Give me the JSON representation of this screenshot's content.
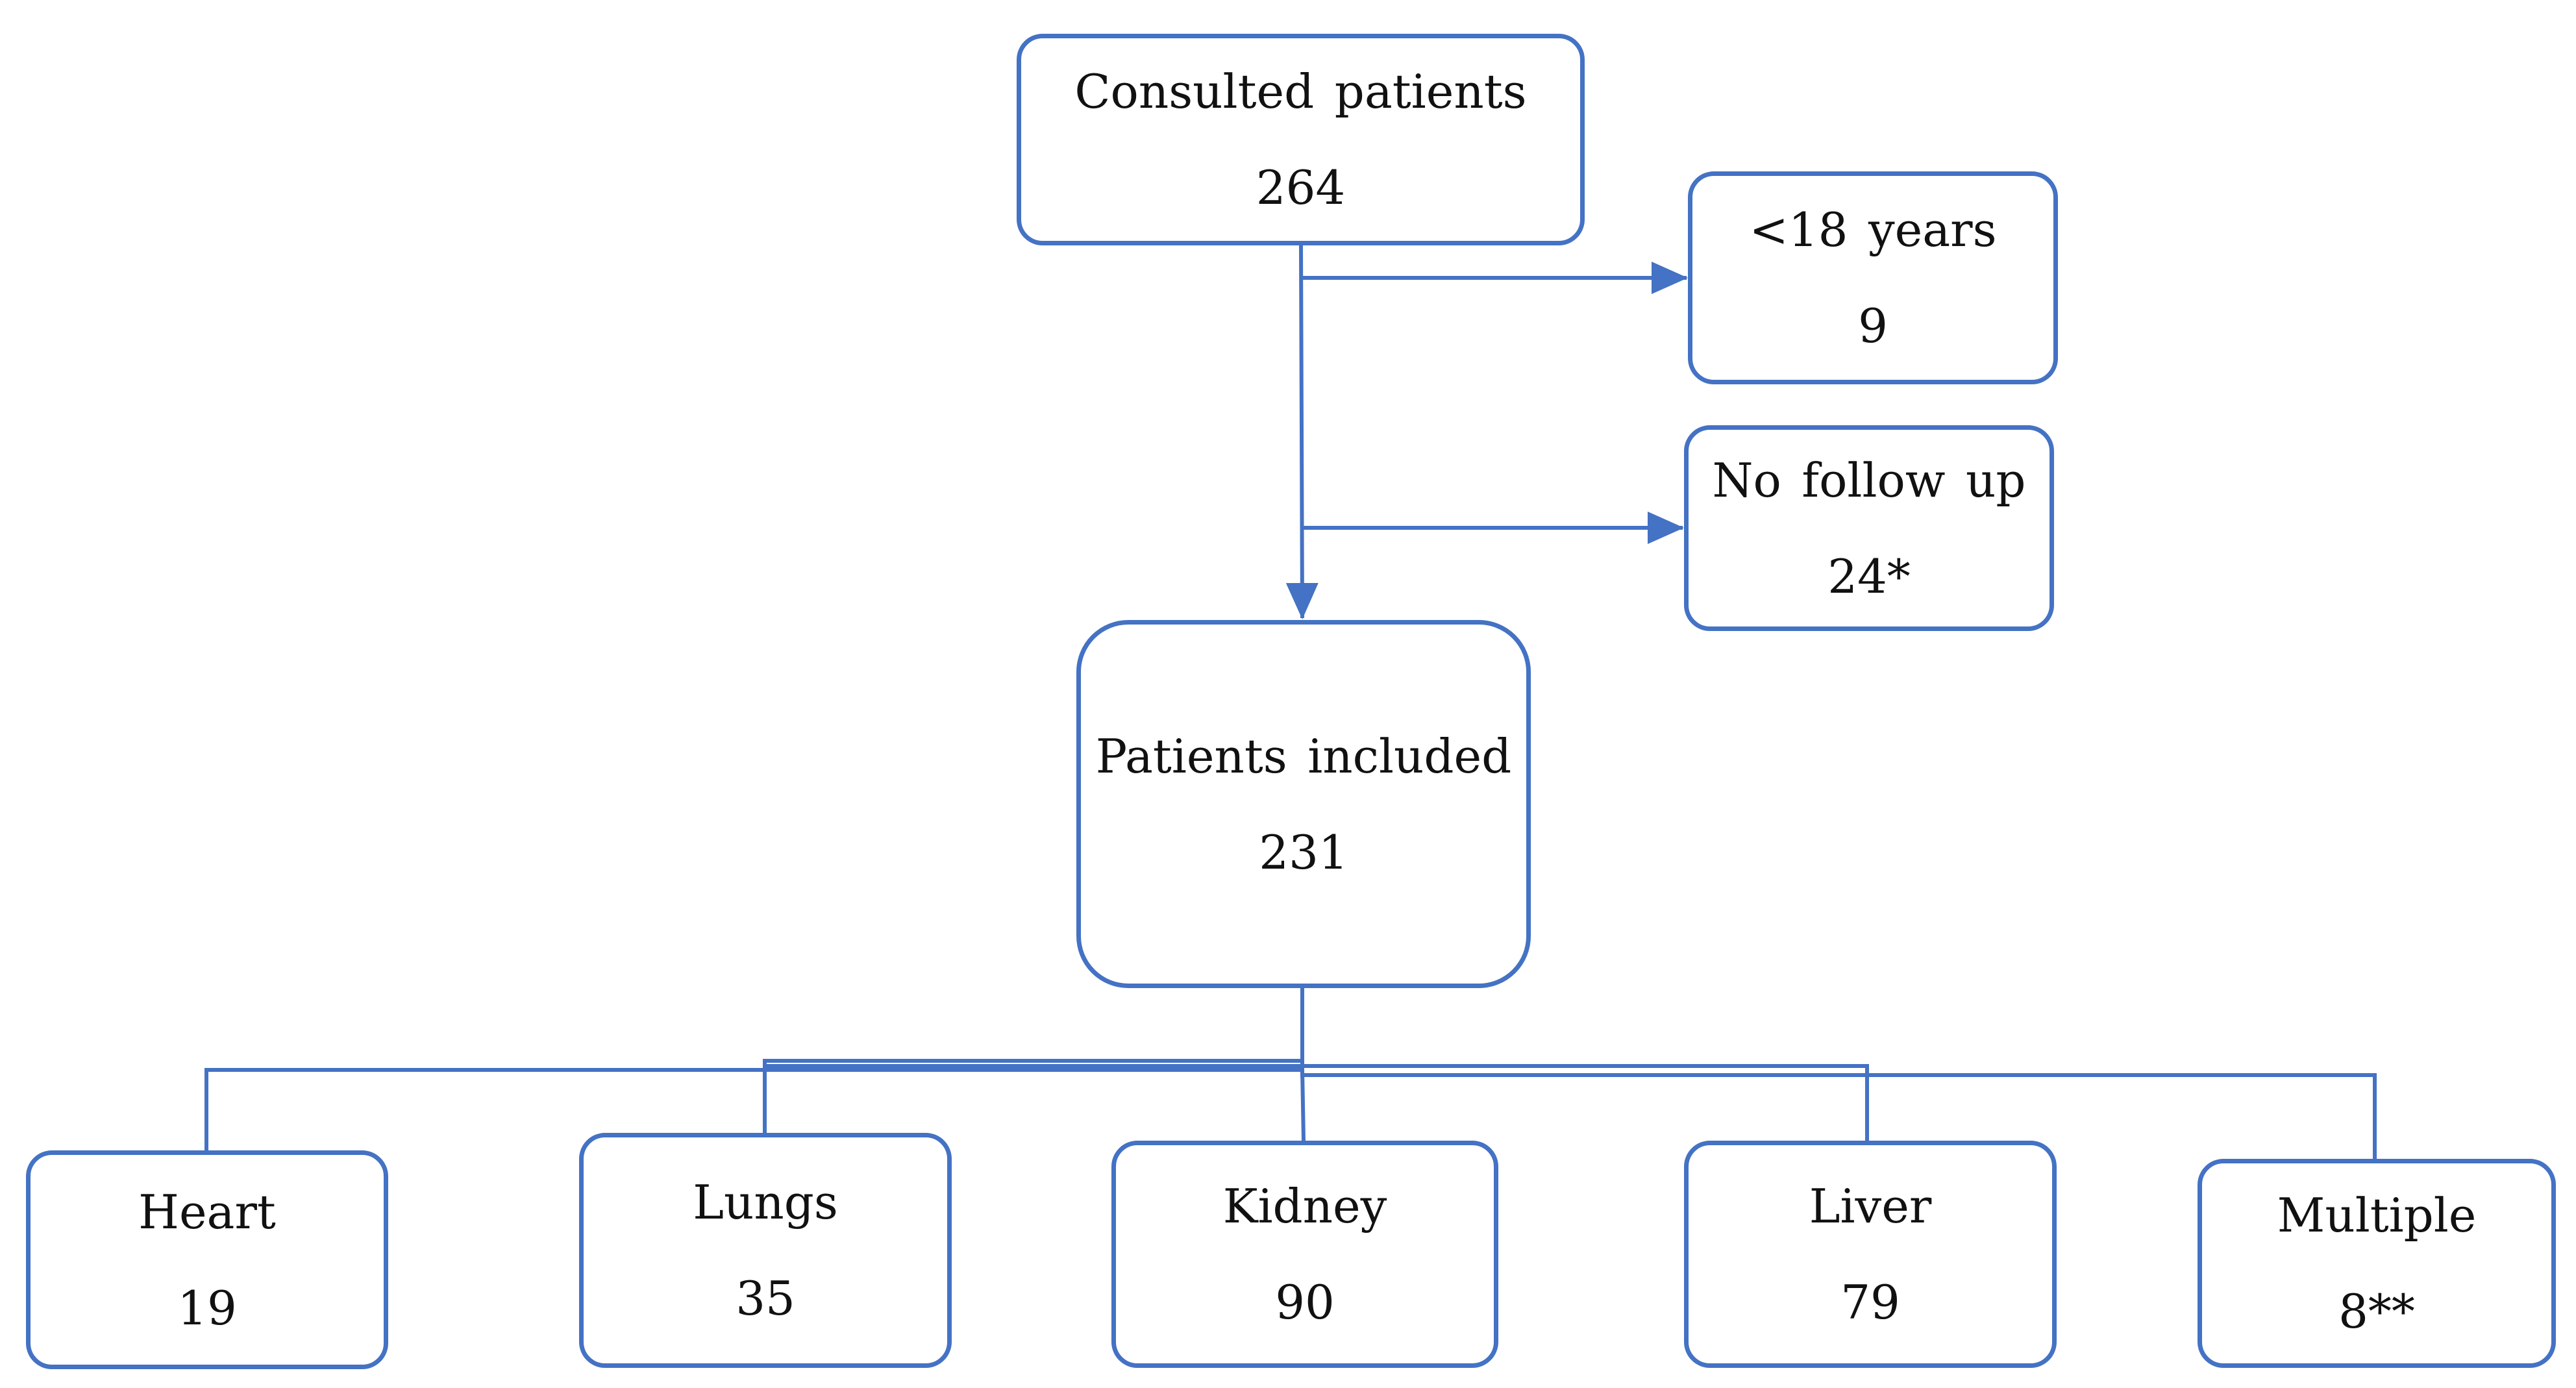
{
  "colors": {
    "border": "#4472c4",
    "connector": "#4472c4",
    "text": "#111111",
    "background": "#ffffff"
  },
  "nodes": {
    "consulted": {
      "label": "Consulted patients",
      "count": "264"
    },
    "under18": {
      "label": "<18 years",
      "count": "9"
    },
    "no_follow_up": {
      "label": "No follow up",
      "count": "24*"
    },
    "included": {
      "label": "Patients included",
      "count": "231"
    },
    "heart": {
      "label": "Heart",
      "count": "19"
    },
    "lungs": {
      "label": "Lungs",
      "count": "35"
    },
    "kidney": {
      "label": "Kidney",
      "count": "90"
    },
    "liver": {
      "label": "Liver",
      "count": "79"
    },
    "multiple": {
      "label": "Multiple",
      "count": "8**"
    }
  },
  "edges": [
    {
      "from": "consulted",
      "to": "under18"
    },
    {
      "from": "consulted",
      "to": "no_follow_up"
    },
    {
      "from": "consulted",
      "to": "included"
    },
    {
      "from": "included",
      "to": "heart"
    },
    {
      "from": "included",
      "to": "lungs"
    },
    {
      "from": "included",
      "to": "kidney"
    },
    {
      "from": "included",
      "to": "liver"
    },
    {
      "from": "included",
      "to": "multiple"
    }
  ]
}
